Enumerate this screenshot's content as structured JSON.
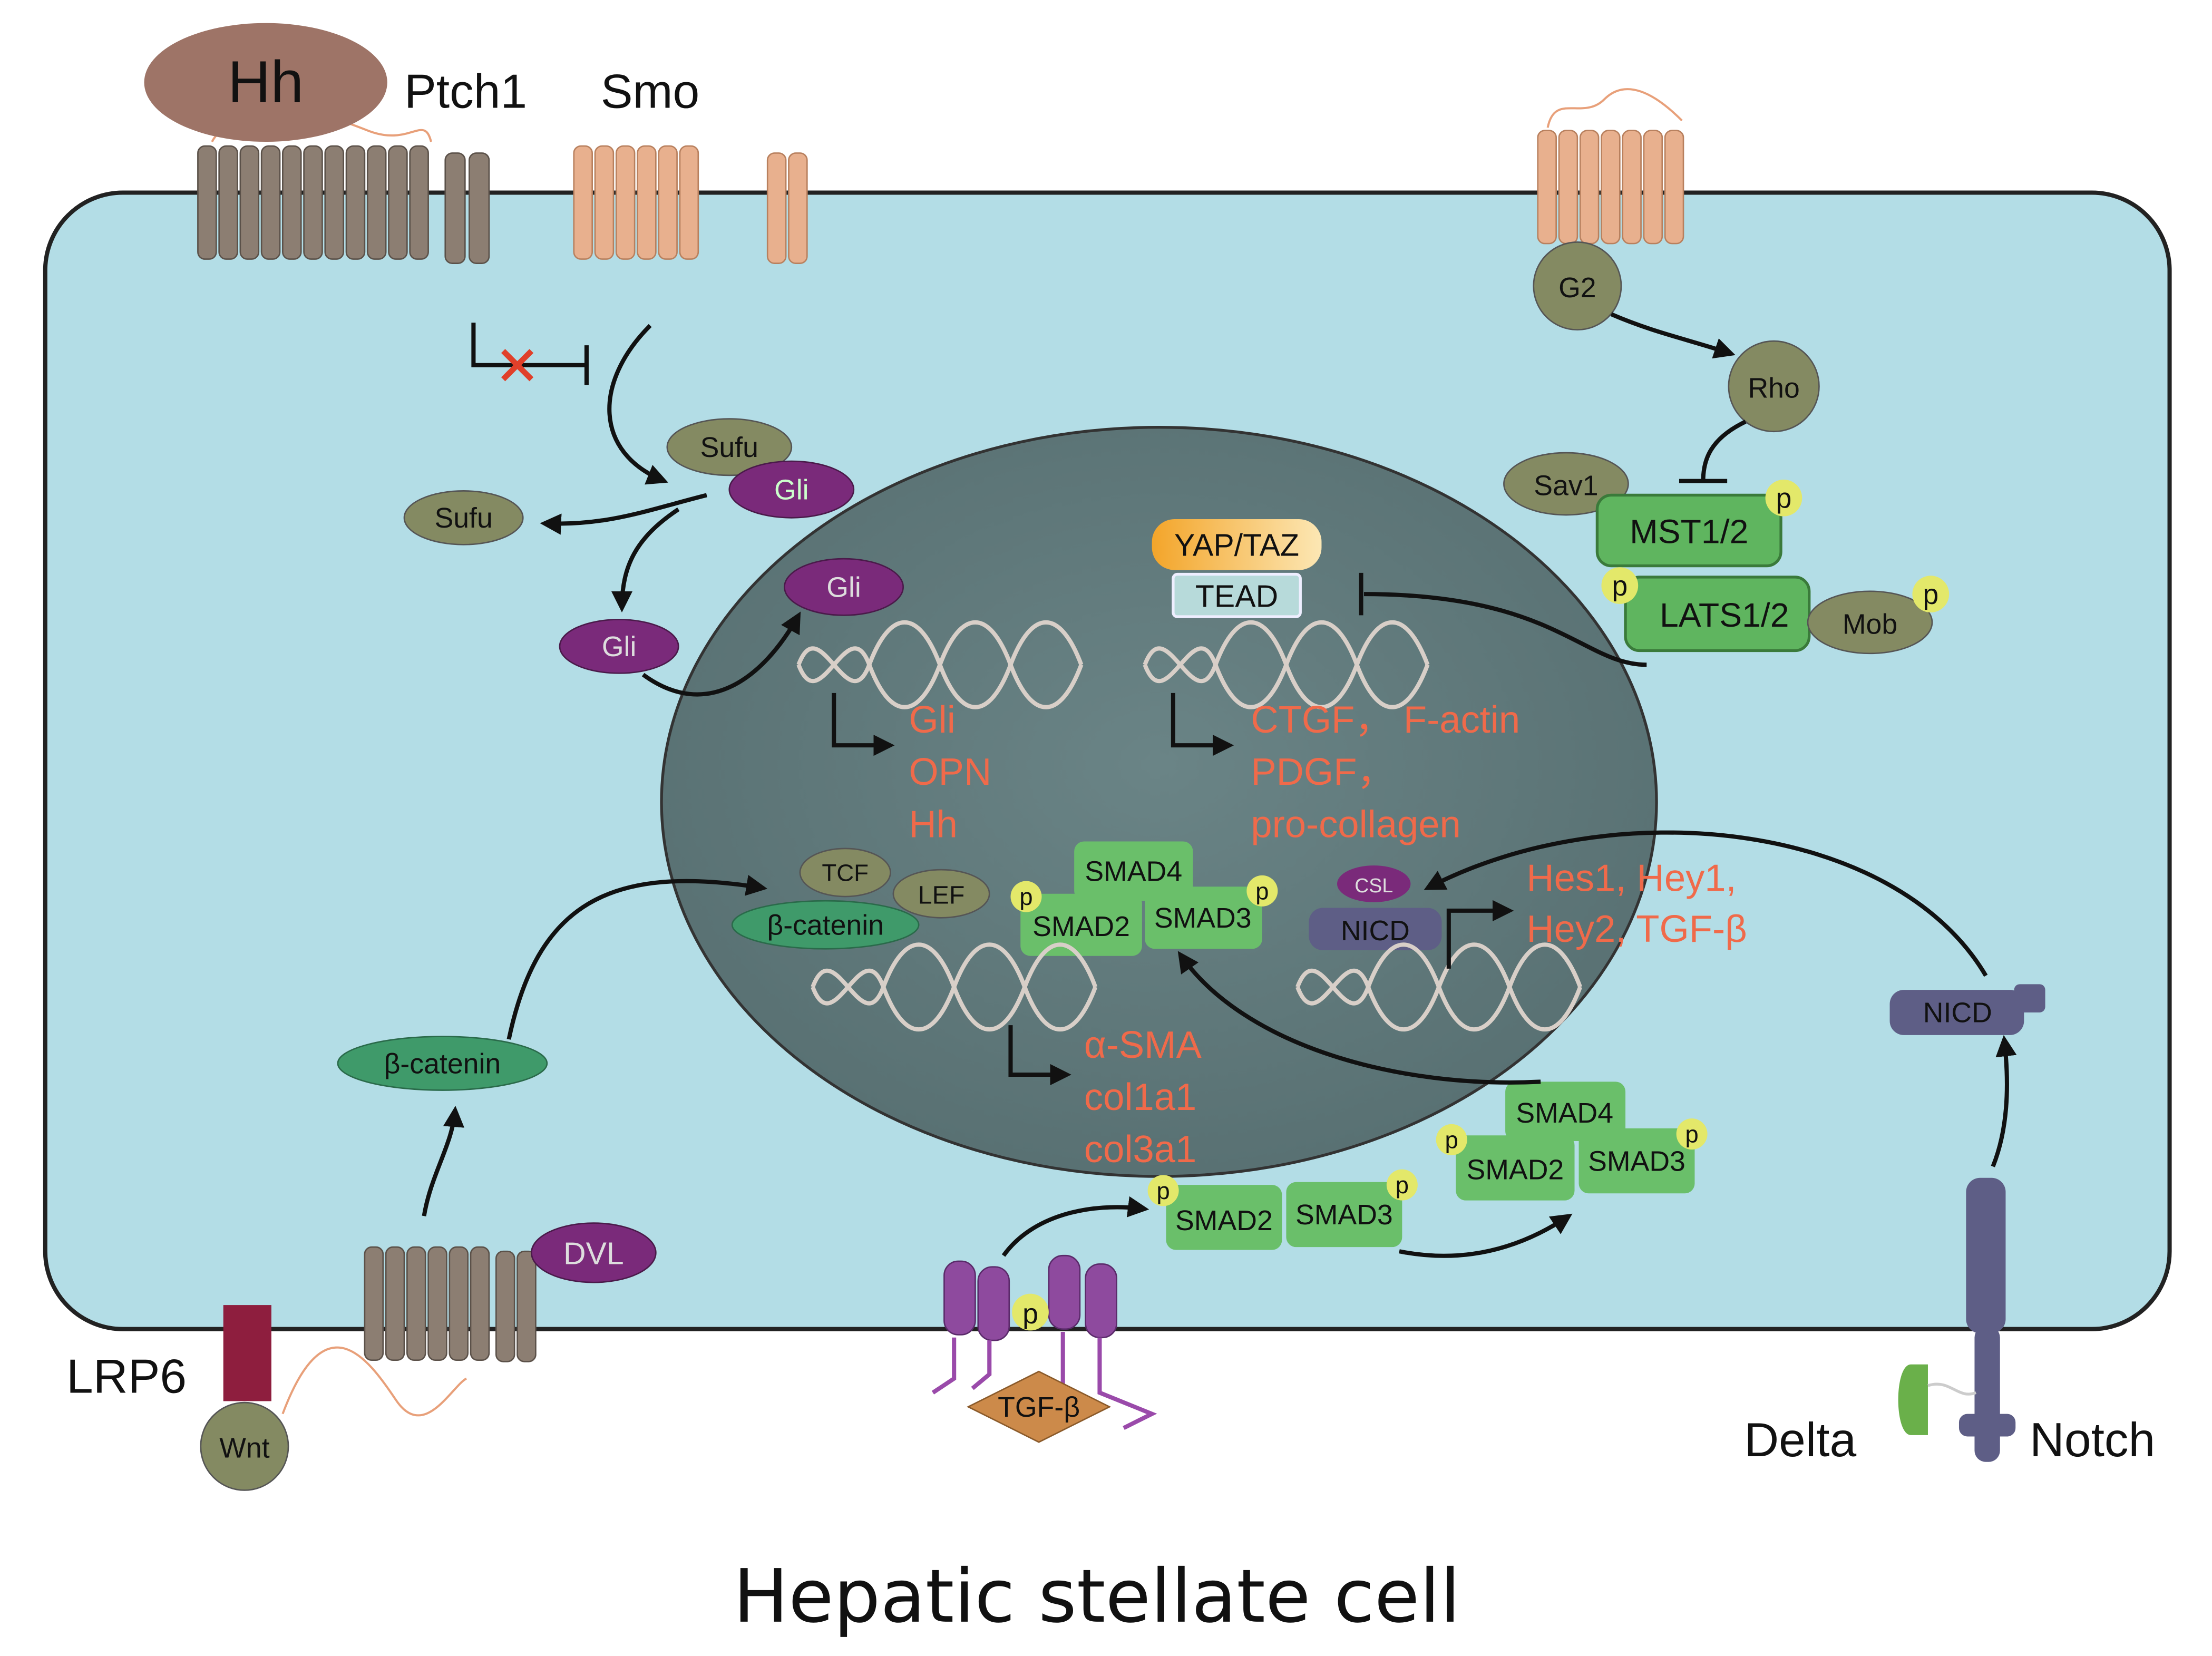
{
  "title": "Hepatic stellate cell",
  "colors": {
    "cytoplasm": "#b3dde6",
    "nucleus": "#5f7a7c",
    "receptor_brown": "#8c7e72",
    "receptor_salmon": "#e8b08e",
    "olive": "#848a62",
    "purple": "#7a2a7a",
    "green": "#6abf6a",
    "p_badge": "#e3e86a",
    "target_text": "#f06a4a",
    "wine": "#8e1e3e",
    "notch": "#5e5e86",
    "tgfb": "#cc8a4a",
    "arrow": "#111111"
  },
  "hedgehog": {
    "ligand": "Hh",
    "ptch_label": "Ptch1",
    "smo_label": "Smo",
    "sufu": "Sufu",
    "sufu_free": "Sufu",
    "gli_complex": "Gli",
    "gli_free": "Gli",
    "gli_nuclear": "Gli",
    "targets": [
      "Gli",
      "OPN",
      "Hh"
    ]
  },
  "hippo": {
    "g2": "G2",
    "rho": "Rho",
    "sav1": "Sav1",
    "mst": "MST1/2",
    "lats": "LATS1/2",
    "mob": "Mob",
    "yaptaz": "YAP/TAZ",
    "tead": "TEAD",
    "targets_line1": "CTGF， F-actin",
    "targets_line2": "PDGF，",
    "targets_line3": "pro-collagen"
  },
  "wnt": {
    "lrp6": "LRP6",
    "wnt": "Wnt",
    "dvl": "DVL",
    "bcatenin_cyto": "β-catenin",
    "bcatenin_nuc": "β-catenin",
    "tcf": "TCF",
    "lef": "LEF"
  },
  "tgfb": {
    "ligand": "TGF-β",
    "smad2_cyto": "SMAD2",
    "smad3_cyto": "SMAD3",
    "smad4_cyto": "SMAD4",
    "smad2_cyto2": "SMAD2",
    "smad3_cyto2": "SMAD3",
    "smad4_nuc": "SMAD4",
    "smad2_nuc": "SMAD2",
    "smad3_nuc": "SMAD3",
    "targets": [
      "α-SMA",
      "col1a1",
      "col3a1"
    ]
  },
  "notch": {
    "delta": "Delta",
    "notch": "Notch",
    "nicd_cyto": "NICD",
    "nicd_nuc": "NICD",
    "csl": "CSL",
    "targets_line1": "Hes1, Hey1,",
    "targets_line2": "Hey2, TGF-β"
  },
  "p": "p"
}
